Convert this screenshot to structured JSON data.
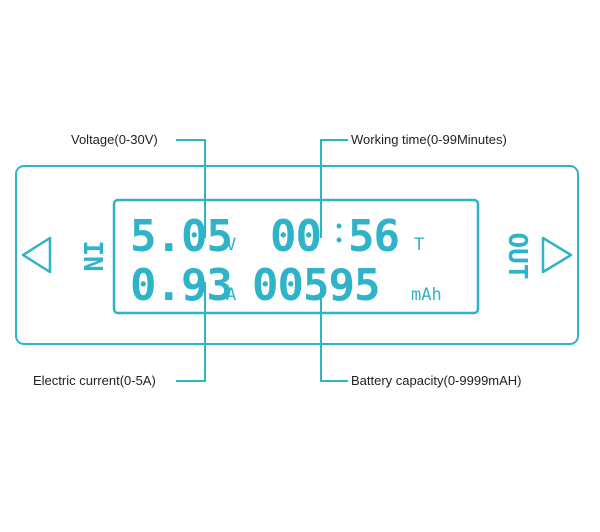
{
  "colors": {
    "accent": "#2fb3c8",
    "text": "#222222"
  },
  "callouts": {
    "voltage": "Voltage(0-30V)",
    "working_time": "Working time(0-99Minutes)",
    "current": "Electric current(0-5A)",
    "capacity": "Battery capacity(0-9999mAH)"
  },
  "display": {
    "voltage": "5.05",
    "voltage_unit": "V",
    "time_minutes": "00",
    "time_seconds": "56",
    "time_unit": "T",
    "current": "0.93",
    "current_unit": "A",
    "capacity": "00595",
    "capacity_unit": "mAh"
  },
  "ports": {
    "in_label": "IN",
    "out_label": "OUT"
  }
}
